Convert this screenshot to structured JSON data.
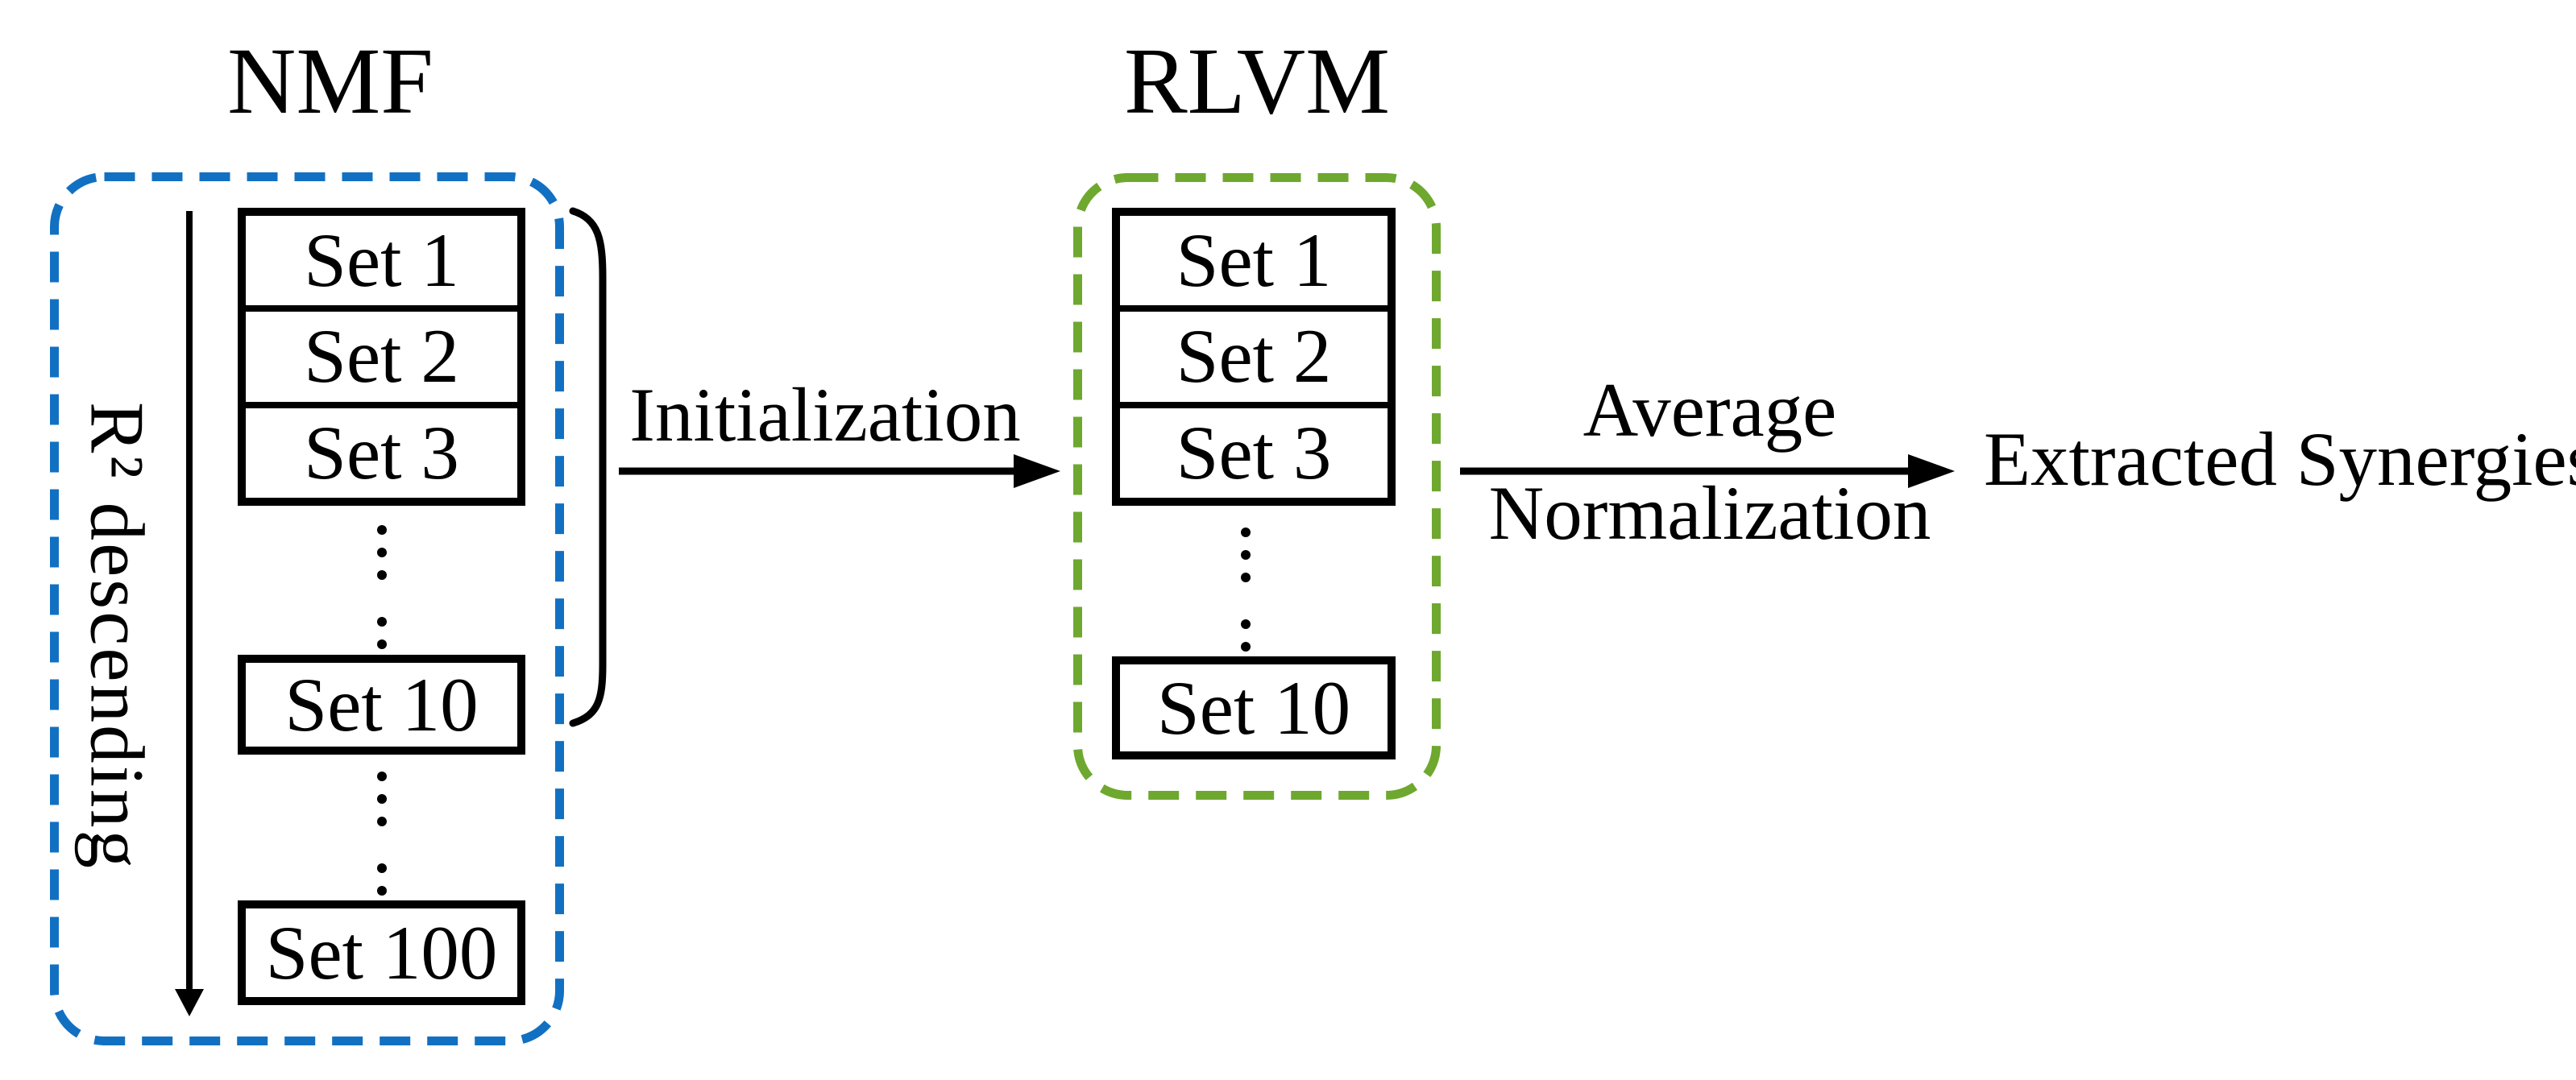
{
  "colors": {
    "nmf_border_blue": "#1270C2",
    "rlvm_border_green": "#6EA82F",
    "line_black": "#000000"
  },
  "nmf": {
    "title": "NMF",
    "rotated_label": "R² descending",
    "sets_top": [
      "Set 1",
      "Set 2",
      "Set 3"
    ],
    "set_mid": "Set 10",
    "set_bottom": "Set 100"
  },
  "rlvm": {
    "title": "RLVM",
    "sets_top": [
      "Set 1",
      "Set 2",
      "Set 3"
    ],
    "set_mid": "Set 10"
  },
  "arrows": {
    "initialization_label": "Initialization",
    "average_label_line1": "Average",
    "average_label_line2": "Normalization"
  },
  "output": {
    "label": "Extracted Synergies"
  }
}
